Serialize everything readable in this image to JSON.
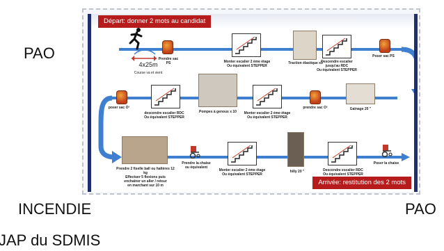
{
  "outer": {
    "pao_top": "PAO",
    "incendie": "INCENDIE",
    "pao_bottom": "PAO",
    "footer": "JAP du SDMIS"
  },
  "slide": {
    "depart": "Départ: donner 2 mots au candidat",
    "arrivee": "Arrivée: restitution des 2 mots",
    "distance": "4x25m",
    "row1": {
      "course": "Course va et vient",
      "prendre_sac": "Prendre sac PS",
      "monter_1": "Monter escalier 2 ème étage\nOu équivalent STEPPER",
      "traction": "Traction élastique x5",
      "descendre_1": "Descendre escalier\njusqu'au RDC\nOu équivalent STEPPER",
      "poser_sac": "Poser sac PS"
    },
    "row2": {
      "poser_o2": "poser sac O²",
      "descendre_2": "descendre escalier RDC\nOu équivalent STEPPER",
      "pompes": "Pompes à genoux x 10",
      "monter_2": "Monter escalier 2 ème étage\nOu équivalent STEPPER",
      "prendre_o2": "prendre sac O²",
      "gainage": "Gainage 20 \""
    },
    "row3": {
      "prendre_balls": "Prendre 2 fiselle ball ou haltères 12 kg\nEffectuer 5 flexions puis\nenchaîner un aller / retour\nen marchant sur 10 m",
      "prendre_chaise": "Prendre la chaise\nou équivalent",
      "monter_3": "Monter escalier 2 ème étage\nOu équivalent STEPPER",
      "hilly": "hilly 20 \"",
      "descendre_3": "Descendre escalier RDC\nOu équivalent STEPPER",
      "poser_chaise": "Poser la chaise"
    }
  },
  "colors": {
    "flow_blue": "#3f7fd0",
    "label_red": "#b71c1c",
    "frame_navy": "#1f2f6e"
  }
}
